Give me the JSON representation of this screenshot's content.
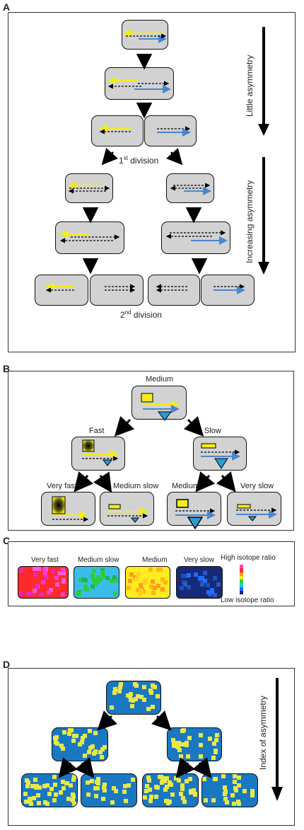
{
  "panels": {
    "a": {
      "letter": "A",
      "first_division_prefix": "1",
      "first_division_sup": "st",
      "first_division_suffix": " division",
      "second_division_prefix": "2",
      "second_division_sup": "nd",
      "second_division_suffix": " division",
      "little_asymmetry": "Little asymmetry",
      "increasing_asymmetry": "Increasing asymmetry"
    },
    "b": {
      "letter": "B",
      "medium_top": "Medium",
      "fast": "Fast",
      "slow": "Slow",
      "very_fast": "Very fast",
      "medium_slow": "Medium slow",
      "medium_bottom": "Medium",
      "very_slow": "Very slow"
    },
    "c": {
      "letter": "C",
      "very_fast": "Very fast",
      "medium_slow": "Medium slow",
      "medium": "Medium",
      "very_slow": "Very slow",
      "high_ratio": "High isotope ratio",
      "low_ratio": "Low isotope ratio",
      "scale_colors": [
        "#ff3cd2",
        "#ff2a2a",
        "#ff9a1e",
        "#ffe81e",
        "#2ad22a",
        "#1ec8e6",
        "#1e6eff",
        "#162a78"
      ]
    },
    "d": {
      "letter": "D",
      "index_of_asymmetry": "Index of asymmetry"
    }
  },
  "colors": {
    "yellow": "#f4ec1a",
    "blue": "#4a86cf",
    "cell_gray": "#d2d2d2",
    "cell_blue": "#1a78c2",
    "sq_yellow": "#e8e84a"
  }
}
